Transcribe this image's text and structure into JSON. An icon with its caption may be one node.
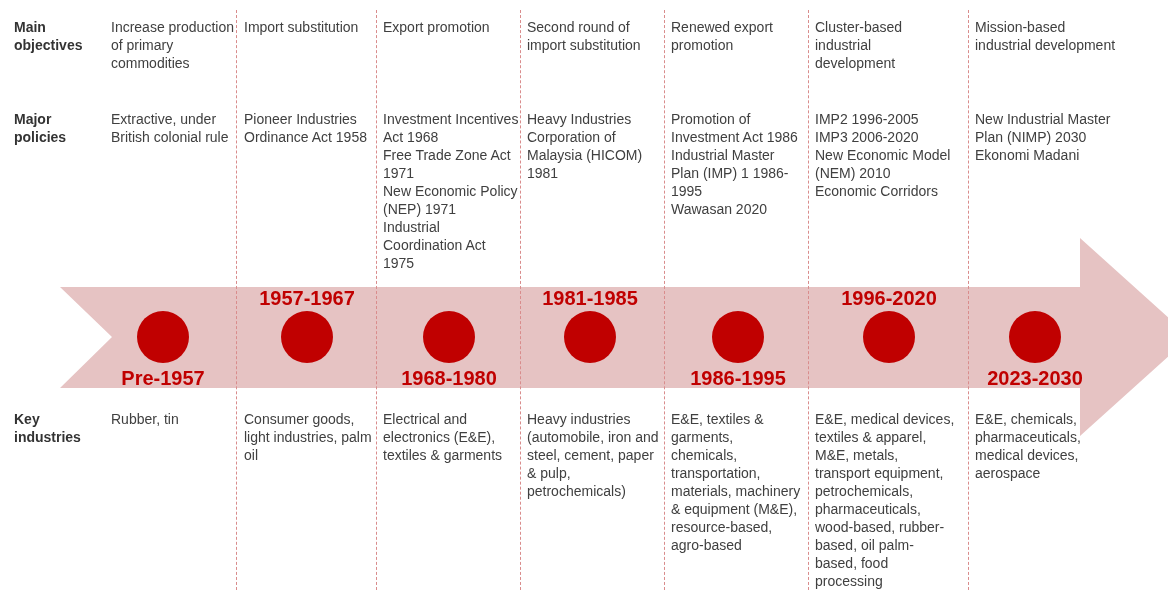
{
  "diagram": {
    "nodes": [
      {
        "text": [],
        "shape": "circle",
        "beside": [
          "Pre-1957"
        ]
      },
      {
        "text": [],
        "shape": "circle",
        "beside": [
          "1957-1967"
        ]
      },
      {
        "text": [],
        "shape": "circle",
        "beside": [
          "1968-1980"
        ]
      },
      {
        "text": [],
        "shape": "circle",
        "beside": [
          "1981-1985"
        ]
      },
      {
        "text": [],
        "shape": "circle",
        "beside": [
          "1986-1995"
        ]
      },
      {
        "text": [],
        "shape": "circle",
        "beside": [
          "1996-2020"
        ]
      },
      {
        "text": [],
        "shape": "circle",
        "beside": [
          "2023-2030"
        ]
      }
    ],
    "labels": [
      "Main objectives",
      "Increase production of primary commodities",
      "Import substitution",
      "Export promotion",
      "Second round of import substitution",
      "Renewed export promotion",
      "Cluster-based industrial development",
      "Mission-based industrial development",
      "Major policies",
      "Extractive, under British colonial rule",
      "Pioneer Industries Ordinance Act 1958",
      "Investment Incentives Act 1968",
      "Free Trade Zone Act 1971",
      "New Economic Policy (NEP) 1971",
      "Industrial Coordination Act 1975",
      "Heavy Industries Corporation of Malaysia (HICOM) 1981",
      "Promotion of Investment Act 1986",
      "Industrial Master Plan (IMP) 1 1986-1995",
      "Wawasan 2020",
      "IMP2 1996-2005",
      "IMP3 2006-2020",
      "New Economic Model (NEM) 2010",
      "Economic Corridors",
      "New Industrial Master Plan (NIMP) 2030",
      "Ekonomi Madani",
      "Key industries",
      "Rubber, tin",
      "Consumer goods, light industries, palm oil",
      "Electrical and electronics (E&E), textiles & garments",
      "Heavy industries (automobile, iron and steel, cement, paper & pulp, petrochemicals)",
      "E&E, textiles & garments, chemicals, transportation, materials, machinery & equipment (M&E), resource-based, agro-based",
      "E&E, medical devices, textiles & apparel, M&E, metals, transport equipment, petrochemicals, pharmaceuticals, wood-based, rubber-based, oil palm-based, food processing",
      "E&E, chemicals, pharmaceuticals, medical devices, aerospace"
    ]
  }
}
